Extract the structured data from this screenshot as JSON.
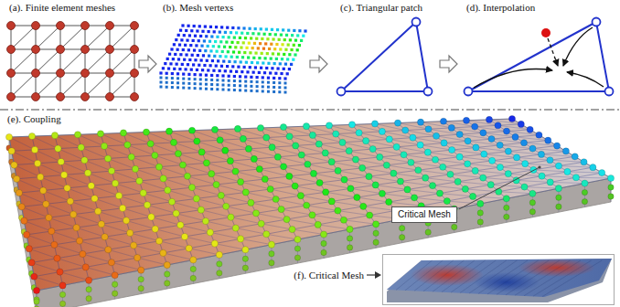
{
  "diagram": {
    "nodes": [
      {
        "text": [
          "Critical Mesh"
        ]
      },
      {
        "text": [
          "(f). Critical Mesh"
        ]
      }
    ],
    "labels": [
      "(a). Finite element meshes",
      "(b). Mesh vertexs",
      "(c). Triangular patch",
      "(d). Interpolation",
      "(e). Coupling"
    ]
  }
}
